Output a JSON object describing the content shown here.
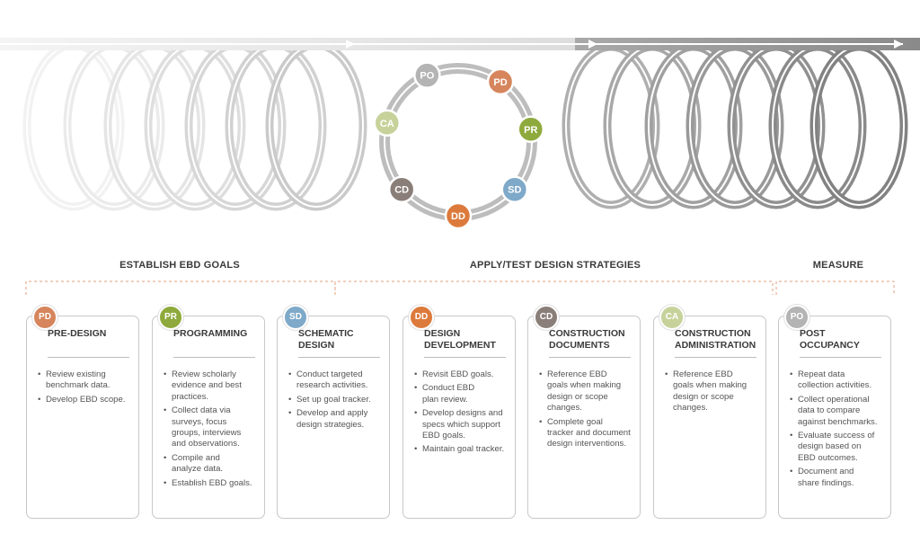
{
  "colors": {
    "PD": "#d6855c",
    "PR": "#8eaa3c",
    "SD": "#7ea9c9",
    "DD": "#dc7a3c",
    "CD": "#8a7e78",
    "CA": "#c6d29a",
    "PO": "#b4b4b4",
    "bracket": "#e0a27c"
  },
  "cycle": {
    "nodes": [
      "PO",
      "PD",
      "PR",
      "SD",
      "DD",
      "CD",
      "CA"
    ]
  },
  "phases": [
    {
      "label": "ESTABLISH EBD GOALS"
    },
    {
      "label": "APPLY/TEST DESIGN STRATEGIES"
    },
    {
      "label": "MEASURE"
    }
  ],
  "cards": [
    {
      "badge": "PD",
      "title": "PRE-DESIGN",
      "bullets": [
        "Review existing\nbenchmark data.",
        "Develop EBD scope."
      ]
    },
    {
      "badge": "PR",
      "title": "PROGRAMMING",
      "bullets": [
        "Review scholarly\nevidence and best\npractices.",
        "Collect data via\nsurveys, focus\ngroups, interviews\nand observations.",
        "Compile and\nanalyze data.",
        "Establish EBD goals."
      ]
    },
    {
      "badge": "SD",
      "title": "SCHEMATIC\nDESIGN",
      "bullets": [
        "Conduct targeted\nresearch activities.",
        "Set up goal tracker.",
        "Develop and apply\ndesign strategies."
      ]
    },
    {
      "badge": "DD",
      "title": "DESIGN\nDEVELOPMENT",
      "bullets": [
        "Revisit EBD goals.",
        "Conduct EBD\nplan review.",
        "Develop designs and\nspecs which support\nEBD goals.",
        "Maintain goal tracker."
      ]
    },
    {
      "badge": "CD",
      "title": "CONSTRUCTION\nDOCUMENTS",
      "bullets": [
        "Reference EBD\ngoals when making\ndesign or scope\nchanges.",
        "Complete goal\ntracker and document\ndesign interventions."
      ]
    },
    {
      "badge": "CA",
      "title": "CONSTRUCTION\nADMINISTRATION",
      "bullets": [
        "Reference EBD\ngoals when making\ndesign or scope\nchanges."
      ]
    },
    {
      "badge": "PO",
      "title": "POST\nOCCUPANCY",
      "bullets": [
        "Repeat data\ncollection activities.",
        "Collect operational\ndata to compare\nagainst benchmarks.",
        "Evaluate success of\ndesign based on\nEBD outcomes.",
        "Document and\nshare findings."
      ]
    }
  ]
}
